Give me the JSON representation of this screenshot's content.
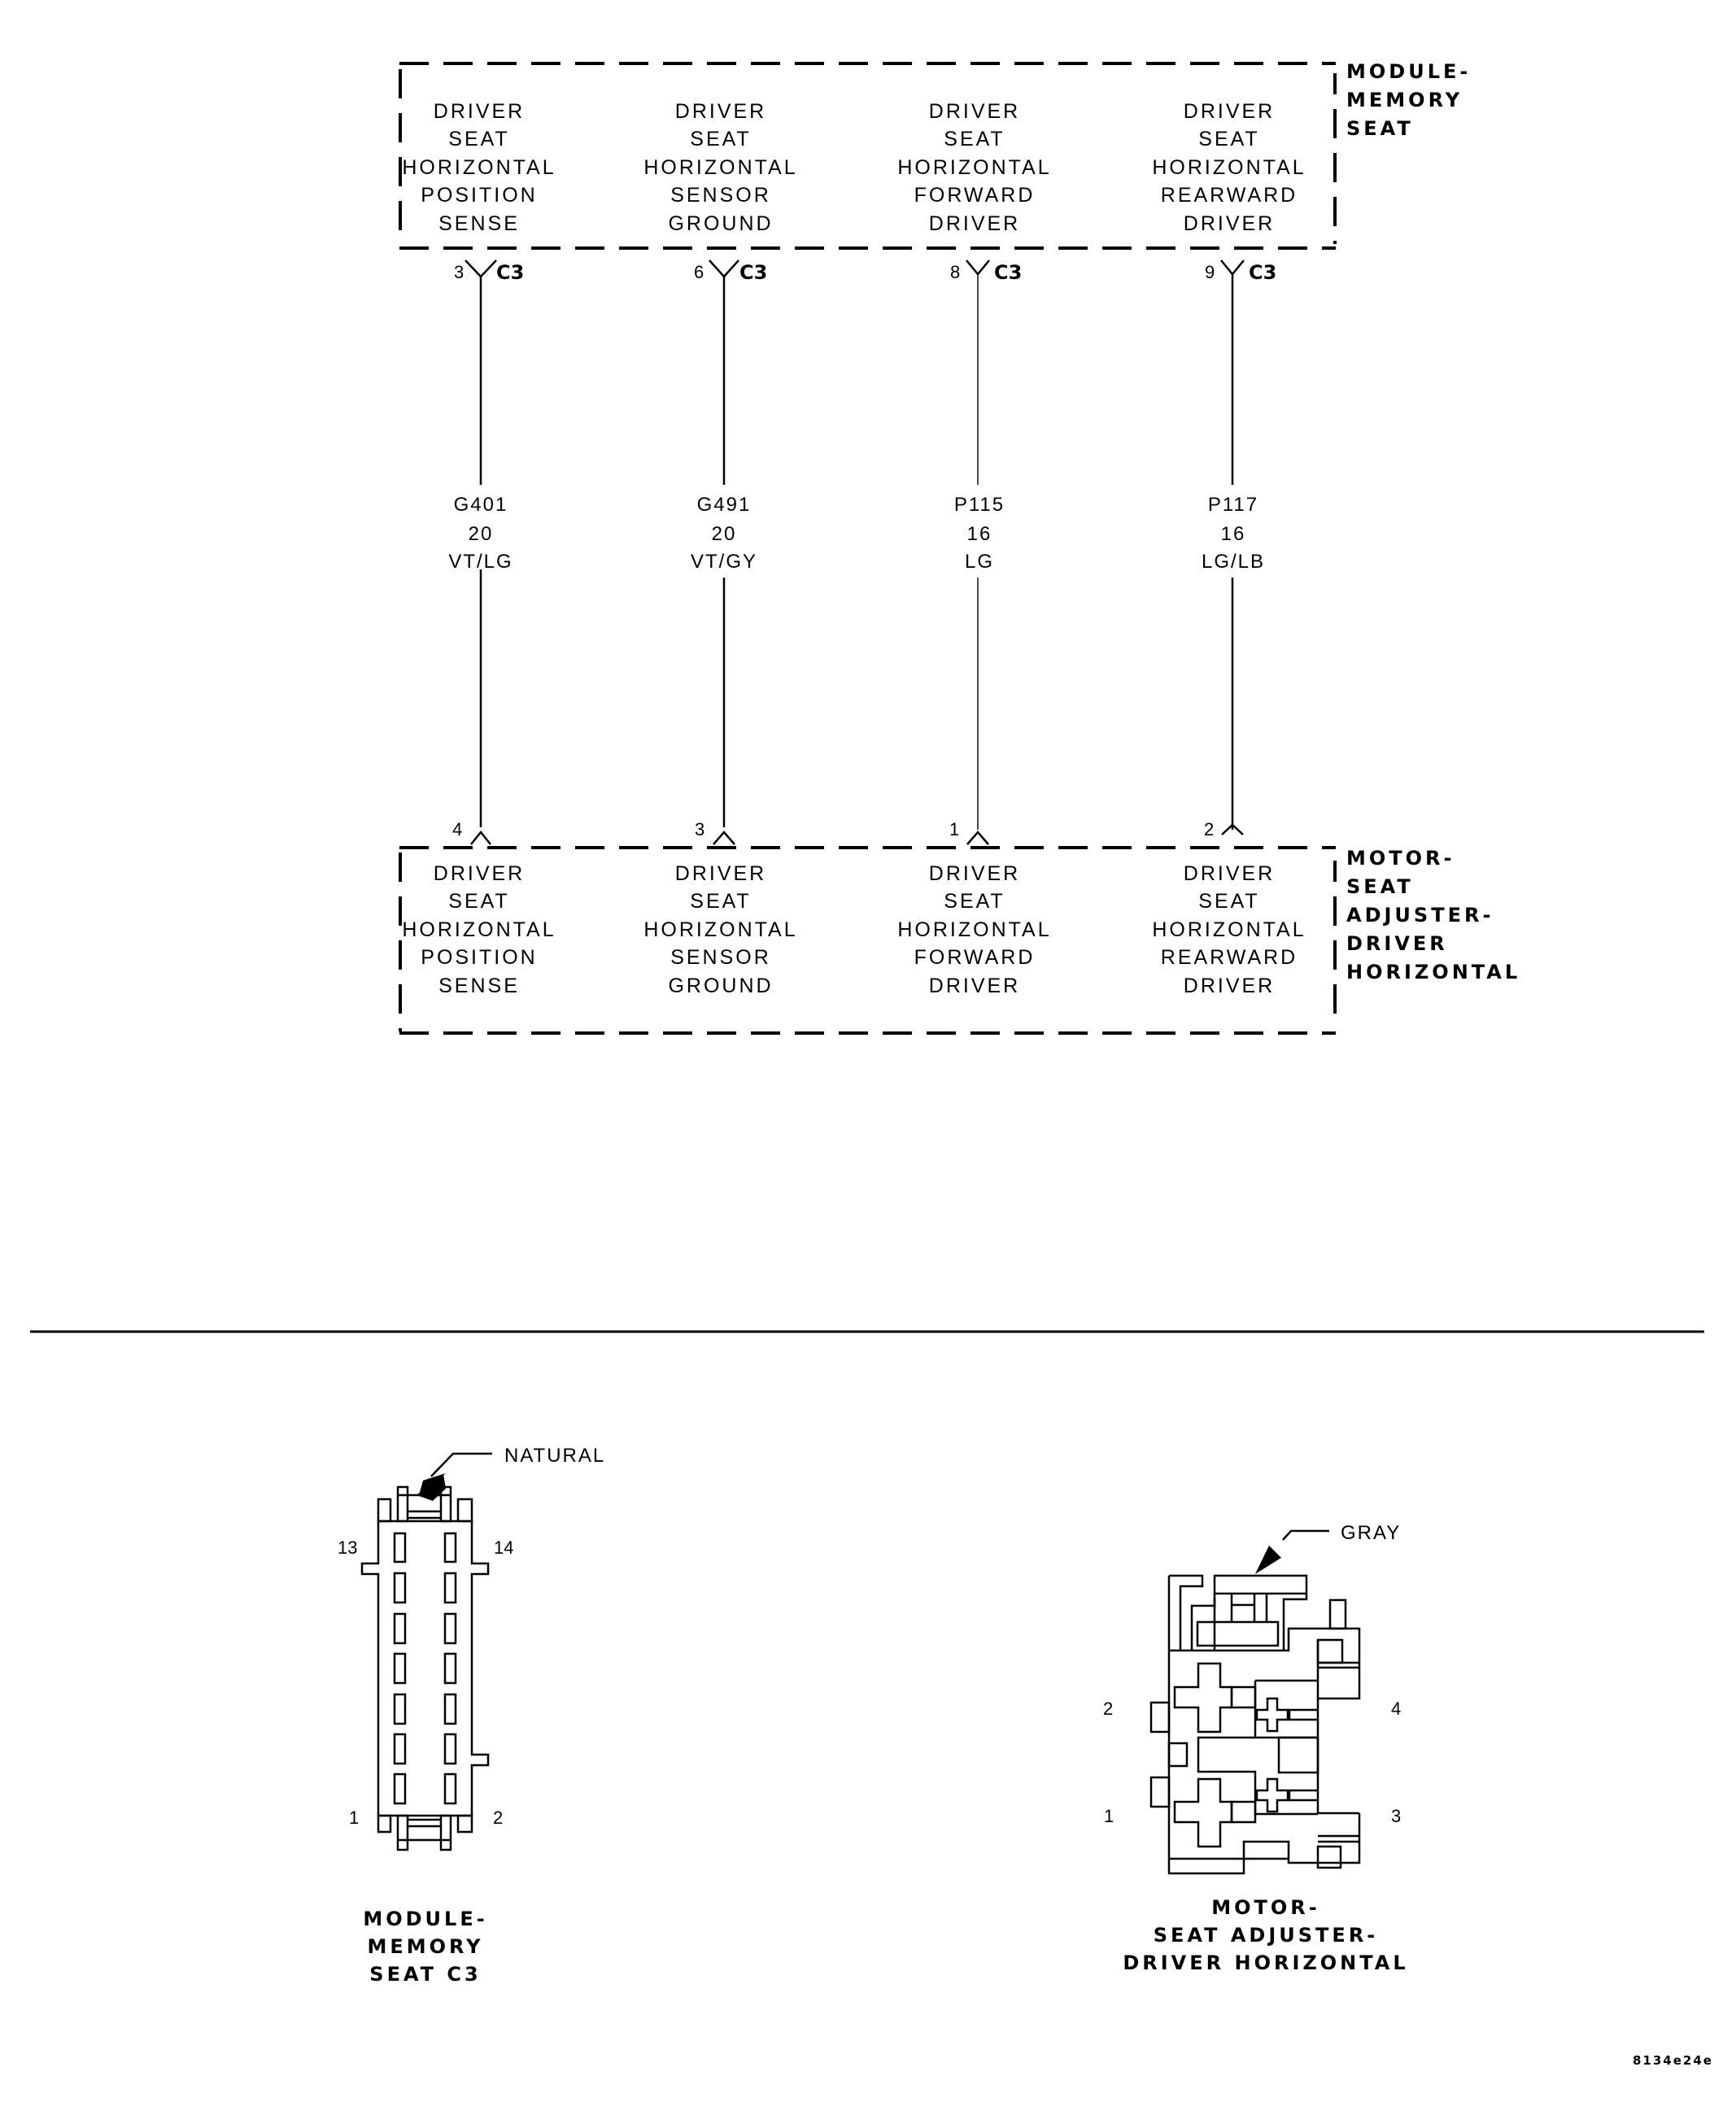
{
  "top_component": {
    "name_lines": [
      "MODULE-",
      "MEMORY",
      "SEAT"
    ],
    "circuits": [
      {
        "lines": [
          "DRIVER",
          "SEAT",
          "HORIZONTAL",
          "POSITION",
          "SENSE"
        ],
        "pin": "3",
        "connector": "C3"
      },
      {
        "lines": [
          "DRIVER",
          "SEAT",
          "HORIZONTAL",
          "SENSOR",
          "GROUND"
        ],
        "pin": "6",
        "connector": "C3"
      },
      {
        "lines": [
          "DRIVER",
          "SEAT",
          "HORIZONTAL",
          "FORWARD",
          "DRIVER"
        ],
        "pin": "8",
        "connector": "C3"
      },
      {
        "lines": [
          "DRIVER",
          "SEAT",
          "HORIZONTAL",
          "REARWARD",
          "DRIVER"
        ],
        "pin": "9",
        "connector": "C3"
      }
    ]
  },
  "wires": [
    {
      "circuit": "G401",
      "gauge": "20",
      "color": "VT/LG"
    },
    {
      "circuit": "G491",
      "gauge": "20",
      "color": "VT/GY"
    },
    {
      "circuit": "P115",
      "gauge": "16",
      "color": "LG"
    },
    {
      "circuit": "P117",
      "gauge": "16",
      "color": "LG/LB"
    }
  ],
  "bottom_component": {
    "name_lines": [
      "MOTOR-",
      "SEAT",
      "ADJUSTER-",
      "DRIVER",
      "HORIZONTAL"
    ],
    "circuits": [
      {
        "lines": [
          "DRIVER",
          "SEAT",
          "HORIZONTAL",
          "POSITION",
          "SENSE"
        ],
        "pin": "4"
      },
      {
        "lines": [
          "DRIVER",
          "SEAT",
          "HORIZONTAL",
          "SENSOR",
          "GROUND"
        ],
        "pin": "3"
      },
      {
        "lines": [
          "DRIVER",
          "SEAT",
          "HORIZONTAL",
          "FORWARD",
          "DRIVER"
        ],
        "pin": "1"
      },
      {
        "lines": [
          "DRIVER",
          "SEAT",
          "HORIZONTAL",
          "REARWARD",
          "DRIVER"
        ],
        "pin": "2"
      }
    ]
  },
  "connector_views": {
    "left": {
      "color_callout": "NATURAL",
      "pin_labels": {
        "top_left": "13",
        "top_right": "14",
        "bottom_left": "1",
        "bottom_right": "2"
      },
      "caption_lines": [
        "MODULE-",
        "MEMORY",
        "SEAT C3"
      ]
    },
    "right": {
      "color_callout": "GRAY",
      "pin_labels": {
        "top_left": "2",
        "top_right": "4",
        "bottom_left": "1",
        "bottom_right": "3"
      },
      "caption_lines": [
        "MOTOR-",
        "SEAT ADJUSTER-",
        "DRIVER HORIZONTAL"
      ]
    }
  },
  "figure_code": "8134e24e"
}
